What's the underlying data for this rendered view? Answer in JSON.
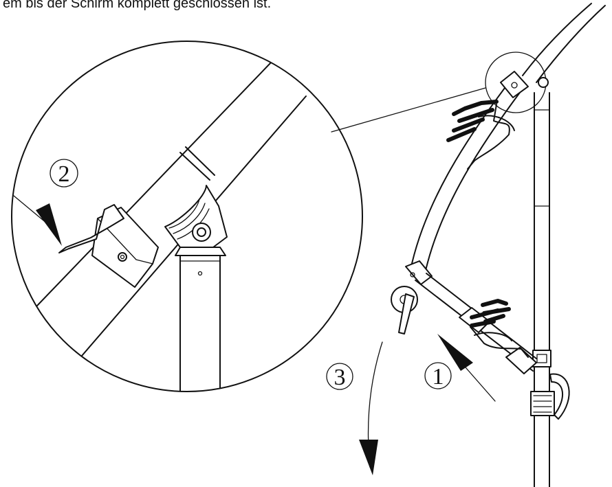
{
  "caption": "em bis der Schirm komplett geschlossen ist.",
  "steps": {
    "step1": "1",
    "step2": "2",
    "step3": "3"
  },
  "colors": {
    "ink": "#111111",
    "paper": "#ffffff"
  },
  "icons": {
    "hand_upper": "hand-icon",
    "hand_lower": "hand-icon",
    "arrow_push": "arrow-icon",
    "arrow_press": "arrow-icon",
    "arrow_rotate": "arrow-icon"
  }
}
